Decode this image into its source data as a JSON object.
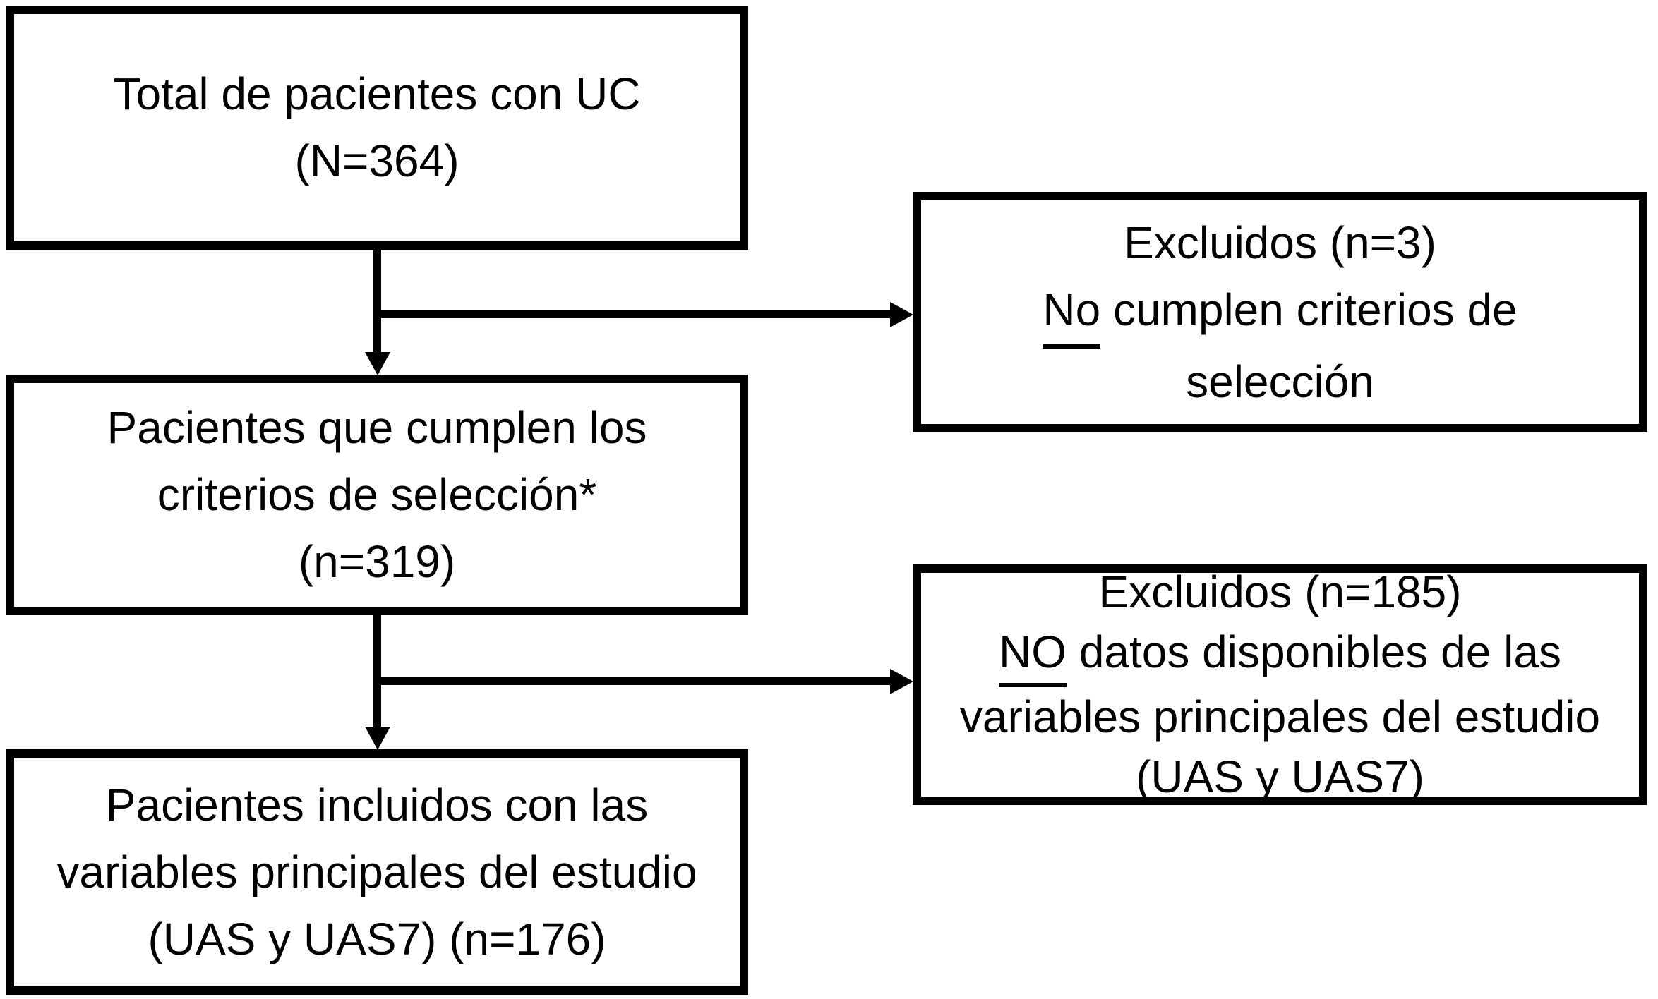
{
  "diagram": {
    "type": "patient-selection-flowchart",
    "colors": {
      "line": "#000000",
      "box_fill": "#ffffff",
      "text": "#000000"
    },
    "boxes": {
      "total": {
        "line1": "Total de pacientes con UC",
        "line2": "(N=364)"
      },
      "criteria": {
        "line1": "Pacientes que cumplen los",
        "line2": "criterios de selección*",
        "line3": "(n=319)"
      },
      "included": {
        "line1": "Pacientes incluidos con las",
        "line2": "variables principales del estudio",
        "line3": "(UAS y UAS7) (n=176)"
      },
      "excluded1": {
        "line1": "Excluidos (n=3)",
        "line2_underlined": "No",
        "line2_rest": " cumplen criterios de",
        "line3": "selección"
      },
      "excluded2": {
        "line1": "Excluidos (n=185)",
        "line2_underlined": "NO",
        "line2_rest": " datos disponibles de las",
        "line3": "variables principales del estudio",
        "line4": "(UAS y UAS7)"
      }
    }
  }
}
